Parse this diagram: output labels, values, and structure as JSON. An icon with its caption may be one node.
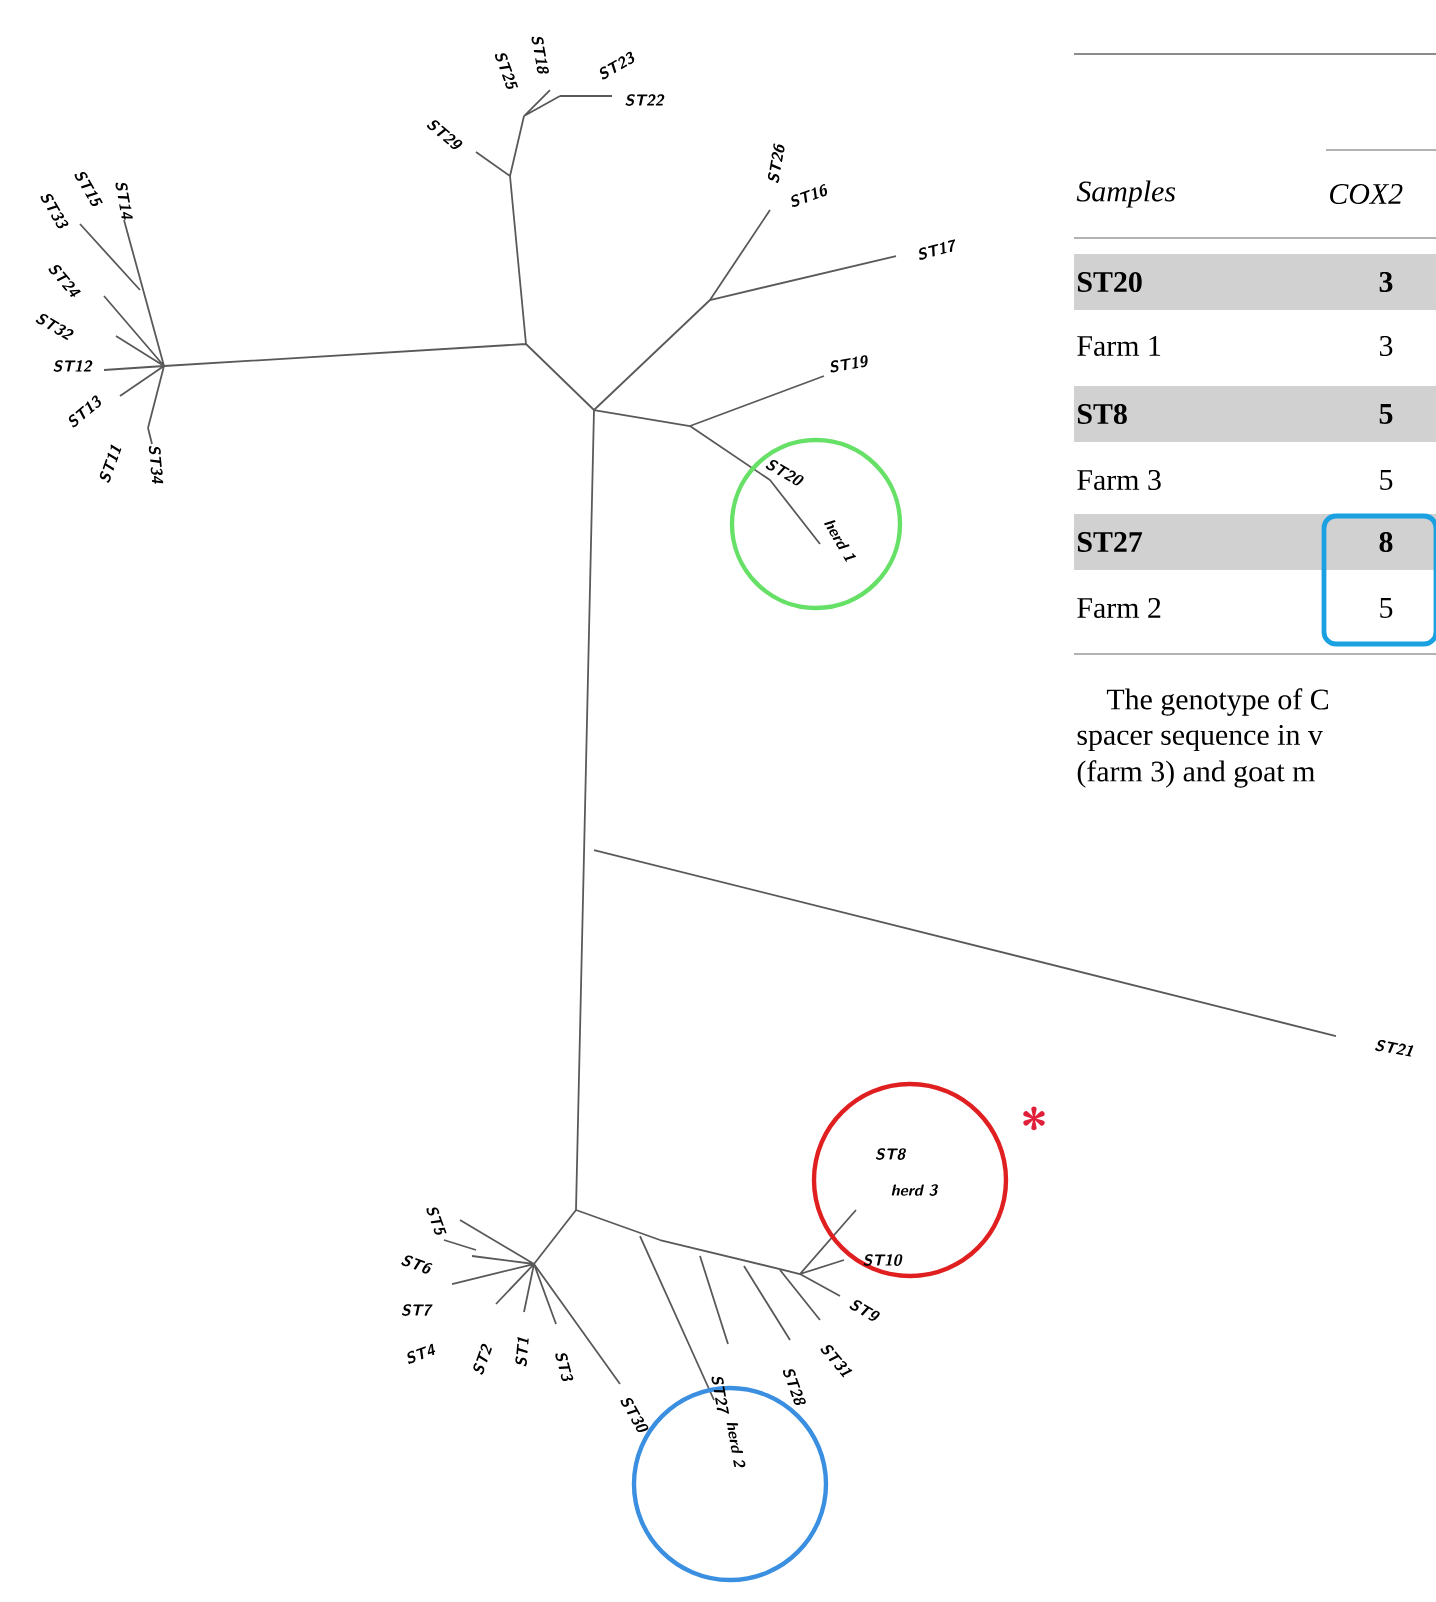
{
  "diagram": {
    "nodes": [
      {
        "text": [
          "ST20",
          "herd 1"
        ]
      },
      {
        "text": [
          "ST8",
          "herd 3"
        ],
        "beside": [
          "*"
        ]
      },
      {
        "text": [
          "herd 2"
        ]
      },
      {
        "text": [
          "8",
          "5"
        ]
      }
    ],
    "labels": [
      "ST33",
      "ST15",
      "ST14",
      "ST24",
      "ST32",
      "ST12",
      "ST13",
      "ST11",
      "ST34",
      "ST29",
      "ST25",
      "ST18",
      "ST23",
      "ST22",
      "ST26",
      "ST16",
      "ST17",
      "ST19",
      "ST21",
      "ST5",
      "ST6",
      "ST7",
      "ST4",
      "ST2",
      "ST1",
      "ST3",
      "ST30",
      "ST27",
      "ST28",
      "ST31",
      "ST9",
      "ST10",
      "Samples",
      "COX2",
      "ST20",
      "3",
      "Farm 1",
      "3",
      "ST8",
      "5",
      "Farm 3",
      "5",
      "ST27",
      "Farm 2",
      "The genotype of C",
      "spacer sequence in v",
      "(farm 3) and goat m"
    ]
  }
}
